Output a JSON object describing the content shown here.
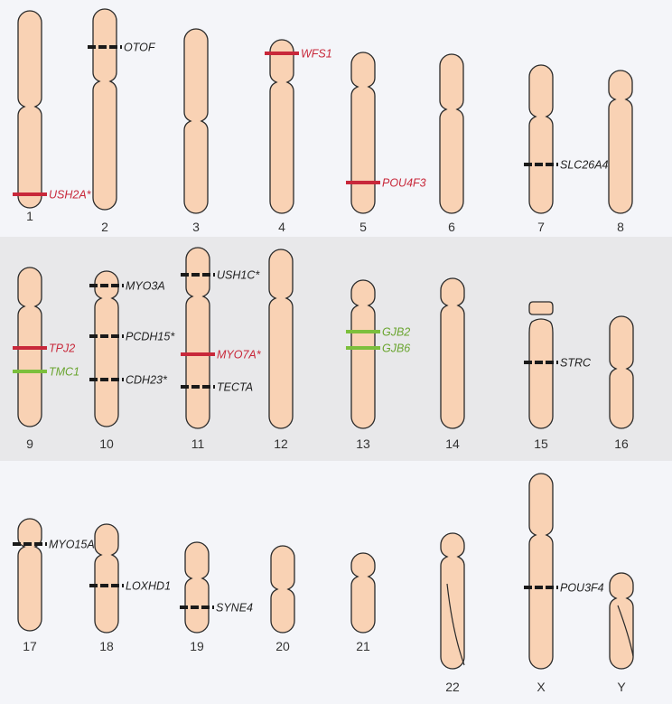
{
  "colors": {
    "background": "#f4f5f9",
    "middle_row_background": "#e8e8ea",
    "chromosome_fill": "#f9d2b4",
    "outline": "#2a2a2a",
    "band_black": "#1a1a1a",
    "band_red": "#c8283a",
    "band_green": "#7cbf3c",
    "label_black": "#222222",
    "label_red": "#c8283a",
    "label_green": "#6aa530"
  },
  "chromosomes": [
    {
      "id": "1",
      "number": "1",
      "genes": [
        {
          "name": "USH2A*",
          "color": "red"
        }
      ]
    },
    {
      "id": "2",
      "number": "2",
      "genes": [
        {
          "name": "OTOF",
          "color": "black"
        }
      ]
    },
    {
      "id": "3",
      "number": "3",
      "genes": []
    },
    {
      "id": "4",
      "number": "4",
      "genes": [
        {
          "name": "WFS1",
          "color": "red"
        }
      ]
    },
    {
      "id": "5",
      "number": "5",
      "genes": [
        {
          "name": "POU4F3",
          "color": "red"
        }
      ]
    },
    {
      "id": "6",
      "number": "6",
      "genes": []
    },
    {
      "id": "7",
      "number": "7",
      "genes": [
        {
          "name": "SLC26A4*",
          "color": "black"
        }
      ]
    },
    {
      "id": "8",
      "number": "8",
      "genes": []
    },
    {
      "id": "9",
      "number": "9",
      "genes": [
        {
          "name": "TPJ2",
          "color": "red"
        },
        {
          "name": "TMC1",
          "color": "green"
        }
      ]
    },
    {
      "id": "10",
      "number": "10",
      "genes": [
        {
          "name": "MYO3A",
          "color": "black"
        },
        {
          "name": "PCDH15*",
          "color": "black"
        },
        {
          "name": "CDH23*",
          "color": "black"
        }
      ]
    },
    {
      "id": "11",
      "number": "11",
      "genes": [
        {
          "name": "USH1C*",
          "color": "black"
        },
        {
          "name": "MYO7A*",
          "color": "red"
        },
        {
          "name": "TECTA",
          "color": "black"
        }
      ]
    },
    {
      "id": "12",
      "number": "12",
      "genes": []
    },
    {
      "id": "13",
      "number": "13",
      "genes": [
        {
          "name": "GJB2",
          "color": "green"
        },
        {
          "name": "GJB6",
          "color": "green"
        }
      ]
    },
    {
      "id": "14",
      "number": "14",
      "genes": []
    },
    {
      "id": "15",
      "number": "15",
      "genes": [
        {
          "name": "STRC",
          "color": "black"
        }
      ]
    },
    {
      "id": "16",
      "number": "16",
      "genes": []
    },
    {
      "id": "17",
      "number": "17",
      "genes": [
        {
          "name": "MYO15A",
          "color": "black"
        }
      ]
    },
    {
      "id": "18",
      "number": "18",
      "genes": [
        {
          "name": "LOXHD1",
          "color": "black"
        }
      ]
    },
    {
      "id": "19",
      "number": "19",
      "genes": [
        {
          "name": "SYNE4",
          "color": "black"
        }
      ]
    },
    {
      "id": "20",
      "number": "20",
      "genes": []
    },
    {
      "id": "21",
      "number": "21",
      "genes": []
    },
    {
      "id": "22",
      "number": "22",
      "genes": []
    },
    {
      "id": "X",
      "number": "X",
      "genes": [
        {
          "name": "POU3F4",
          "color": "black"
        }
      ]
    },
    {
      "id": "Y",
      "number": "Y",
      "genes": []
    }
  ]
}
